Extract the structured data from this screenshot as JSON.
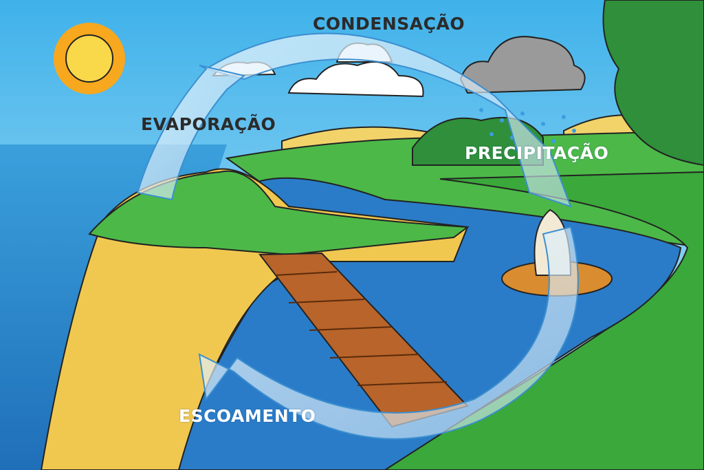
{
  "labels": {
    "condensation": "CONDENSAÇÃO",
    "evaporation": "EVAPORAÇÃO",
    "precipitation": "PRECIPITAÇÃO",
    "runoff": "ESCOAMENTO"
  },
  "colors": {
    "sky": "#5fc0ee",
    "sea": "#2f8fd0",
    "grass": "#3aa83a",
    "cliff": "#f0c850",
    "river": "#2a7cc8",
    "arrow": "#d8ecf8",
    "sun": "#f7c51e"
  }
}
